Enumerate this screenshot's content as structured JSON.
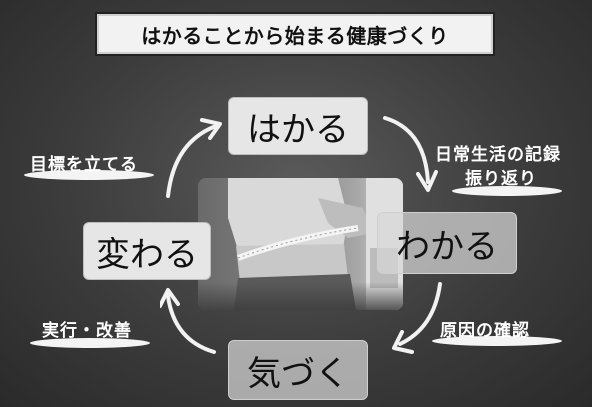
{
  "title": "はかることから始まる健康づくり",
  "stages": {
    "top": "はかる",
    "right": "わかる",
    "bottom": "気づく",
    "left": "変わる"
  },
  "steps": {
    "top_right_line1": "日常生活の記録",
    "top_right_line2": "振り返り",
    "bottom_right": "原因の確認",
    "bottom_left": "実行・改善",
    "top_left": "目標を立てる"
  },
  "colors": {
    "background": "#3c3c3c",
    "box_fill": "#e6e6e6",
    "label_text": "#ffffff"
  },
  "icons": {
    "cycle_arrow": "curved-arrow-icon",
    "photo": "waist-measuring-tape-photo"
  }
}
